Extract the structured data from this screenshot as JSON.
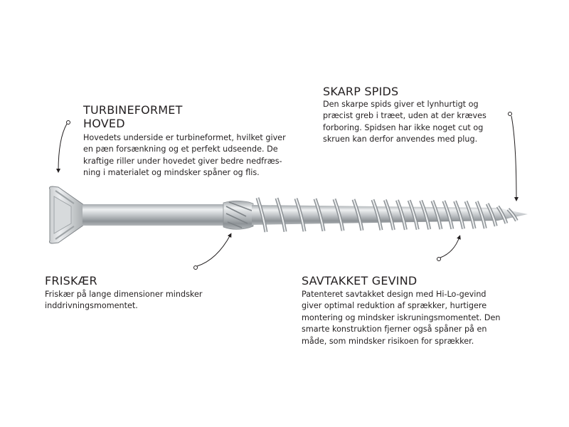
{
  "sections": {
    "head": {
      "title_lines": [
        "TURBINEFORMET",
        "HOVED"
      ],
      "body_lines": [
        "Hovedets underside er turbineformet, hvilket giver",
        "en pæn forsænkning og et perfekt udseende. De",
        "kraftige riller under hovedet giver bedre nedfræs-",
        "ning i materialet og mindsker spåner og flis."
      ]
    },
    "tip": {
      "title": "SKARP SPIDS",
      "body_lines": [
        "Den skarpe spids giver et lynhurtigt og",
        "præcist greb i træet, uden at der kræves",
        "forboring. Spidsen har ikke noget cut og",
        "skruen kan derfor anvendes med plug."
      ]
    },
    "cutter": {
      "title": "FRISKÆR",
      "body_lines": [
        "Friskær på lange dimensioner mindsker",
        "inddrivningsmomentet."
      ]
    },
    "thread": {
      "title": "SAVTAKKET GEVIND",
      "body_lines": [
        "Patenteret savtakket design med Hi-Lo-gevind",
        "giver optimal reduktion af sprækker, hurtigere",
        "montering og mindsker iskruningsmomentet. Den",
        "smarte konstruktion fjerner også spåner på en",
        "måde, som mindsker risikoen for sprækker."
      ]
    }
  },
  "colors": {
    "text": "#231f20",
    "steel_light": "#e6e8ea",
    "steel_dark": "#8d9296"
  }
}
